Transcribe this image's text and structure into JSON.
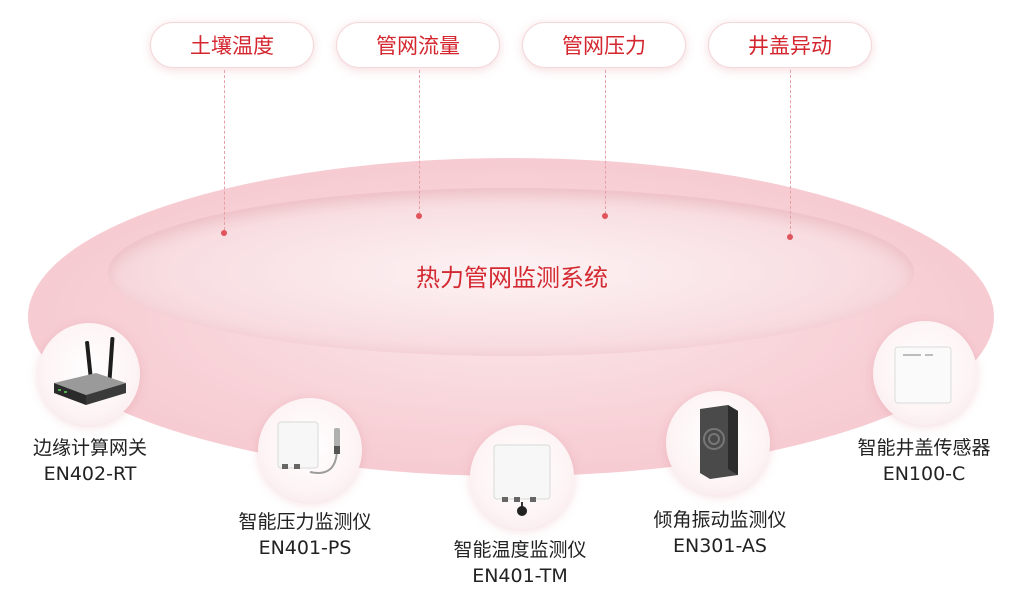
{
  "tags": [
    "土壤温度",
    "管网流量",
    "管网压力",
    "井盖异动"
  ],
  "center_title": "热力管网监测系统",
  "devices": [
    {
      "name": "边缘计算网关",
      "model": "EN402-RT"
    },
    {
      "name": "智能压力监测仪",
      "model": "EN401-PS"
    },
    {
      "name": "智能温度监测仪",
      "model": "EN401-TM"
    },
    {
      "name": "倾角振动监测仪",
      "model": "EN301-AS"
    },
    {
      "name": "智能井盖传感器",
      "model": "EN100-C"
    }
  ],
  "colors": {
    "accent": "#d4262e",
    "disc": "#f7d0d6"
  },
  "icons": [
    "router-device-icon",
    "pressure-sensor-icon",
    "temperature-sensor-icon",
    "vibration-sensor-icon",
    "manhole-sensor-icon"
  ]
}
